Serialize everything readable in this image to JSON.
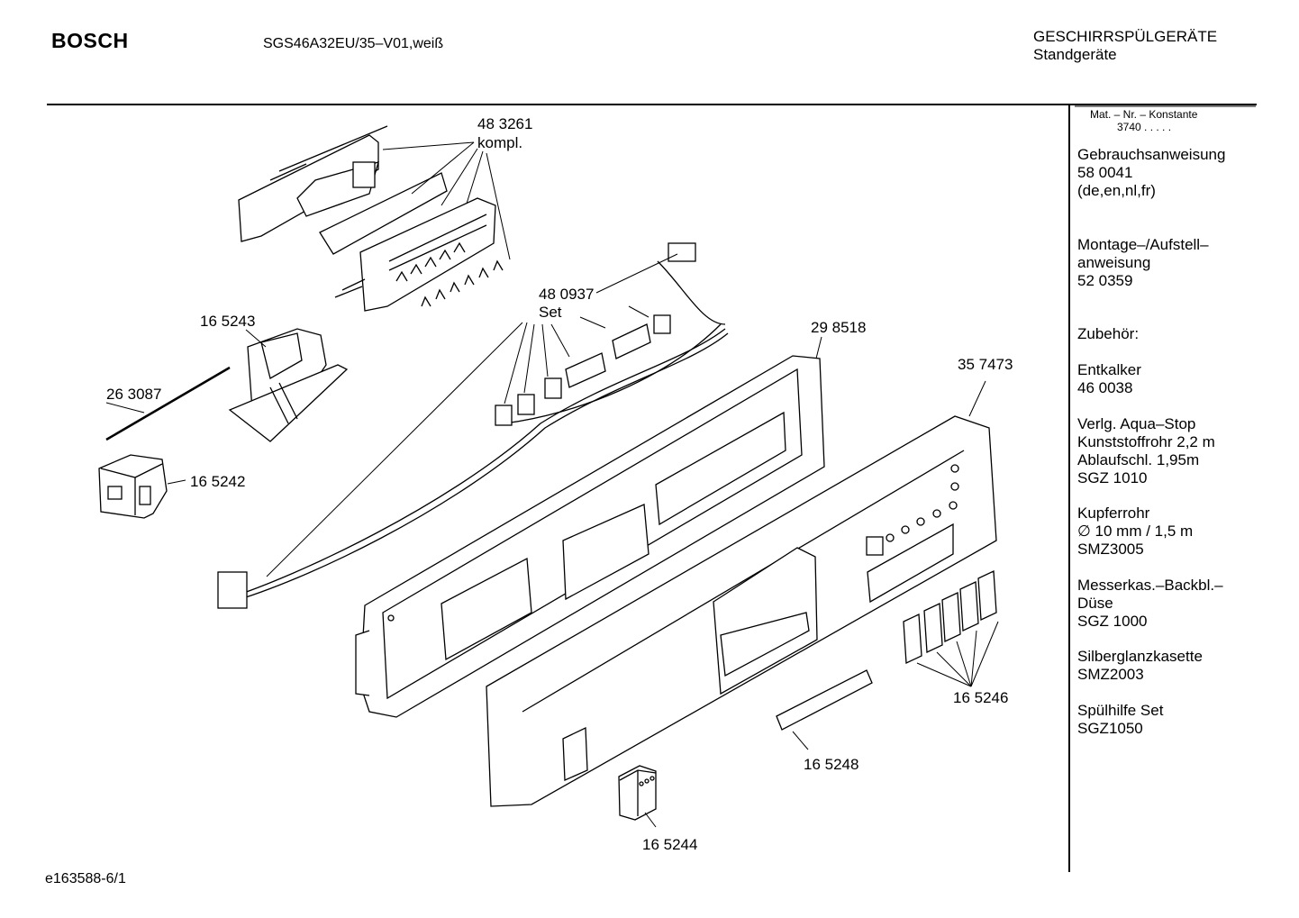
{
  "header": {
    "brand": "BOSCH",
    "model": "SGS46A32EU/35–V01,weiß",
    "category": "GESCHIRRSPÜLGERÄTE",
    "subcategory": "Standgeräte"
  },
  "footer": {
    "doc_id": "e163588-6/1"
  },
  "sidebar": {
    "konstante_label": "Mat. – Nr. – Konstante",
    "konstante_value": "3740  .   .   .   .   .",
    "blocks": [
      {
        "lines": [
          "Gebrauchsanweisung",
          "58 0041",
          "(de,en,nl,fr)"
        ]
      },
      {
        "lines": [
          "Montage–/Aufstell–",
          "anweisung",
          "52 0359"
        ]
      },
      {
        "lines": [
          "Zubehör:"
        ]
      },
      {
        "lines": [
          "Entkalker",
          "46 0038"
        ]
      },
      {
        "lines": [
          "Verlg. Aqua–Stop",
          "Kunststoffrohr 2,2 m",
          "Ablaufschl. 1,95m",
          "SGZ 1010"
        ]
      },
      {
        "lines": [
          "Kupferrohr",
          "∅ 10 mm / 1,5 m",
          "SMZ3005"
        ]
      },
      {
        "lines": [
          "Messerkas.–Backbl.–",
          "Düse",
          "SGZ 1000"
        ]
      },
      {
        "lines": [
          "Silberglanzkasette",
          "SMZ2003"
        ]
      },
      {
        "lines": [
          "Spülhilfe Set",
          "SGZ1050"
        ]
      }
    ]
  },
  "parts": {
    "p483261": "48 3261",
    "p483261_note": "kompl.",
    "p480937": "48 0937",
    "p480937_note": "Set",
    "p165243": "16 5243",
    "p263087": "26 3087",
    "p165242": "16 5242",
    "p298518": "29 8518",
    "p357473": "35 7473",
    "p165246": "16 5246",
    "p165248": "16 5248",
    "p165244": "16 5244"
  }
}
